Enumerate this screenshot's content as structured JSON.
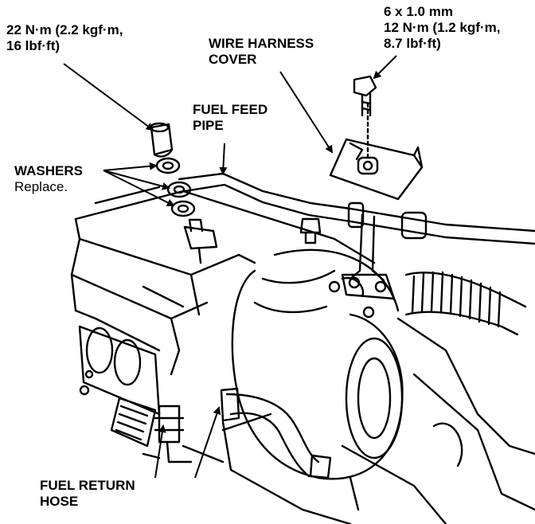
{
  "labels": {
    "torque_left": {
      "line1": "22 N·m (2.2 kgf·m,",
      "line2": "16 lbf·ft)"
    },
    "bolt_spec": {
      "line1": "6 x 1.0 mm",
      "line2": "12 N·m (1.2 kgf·m,",
      "line3": "8.7 lbf·ft)"
    },
    "wire_harness_cover": {
      "line1": "WIRE HARNESS",
      "line2": "COVER"
    },
    "fuel_feed_pipe": {
      "line1": "FUEL FEED",
      "line2": "PIPE"
    },
    "washers": {
      "title": "WASHERS",
      "note": "Replace."
    },
    "fuel_return_hose": {
      "line1": "FUEL RETURN",
      "line2": "HOSE"
    }
  },
  "colors": {
    "ink": "#000000",
    "paper": "#ffffff"
  }
}
